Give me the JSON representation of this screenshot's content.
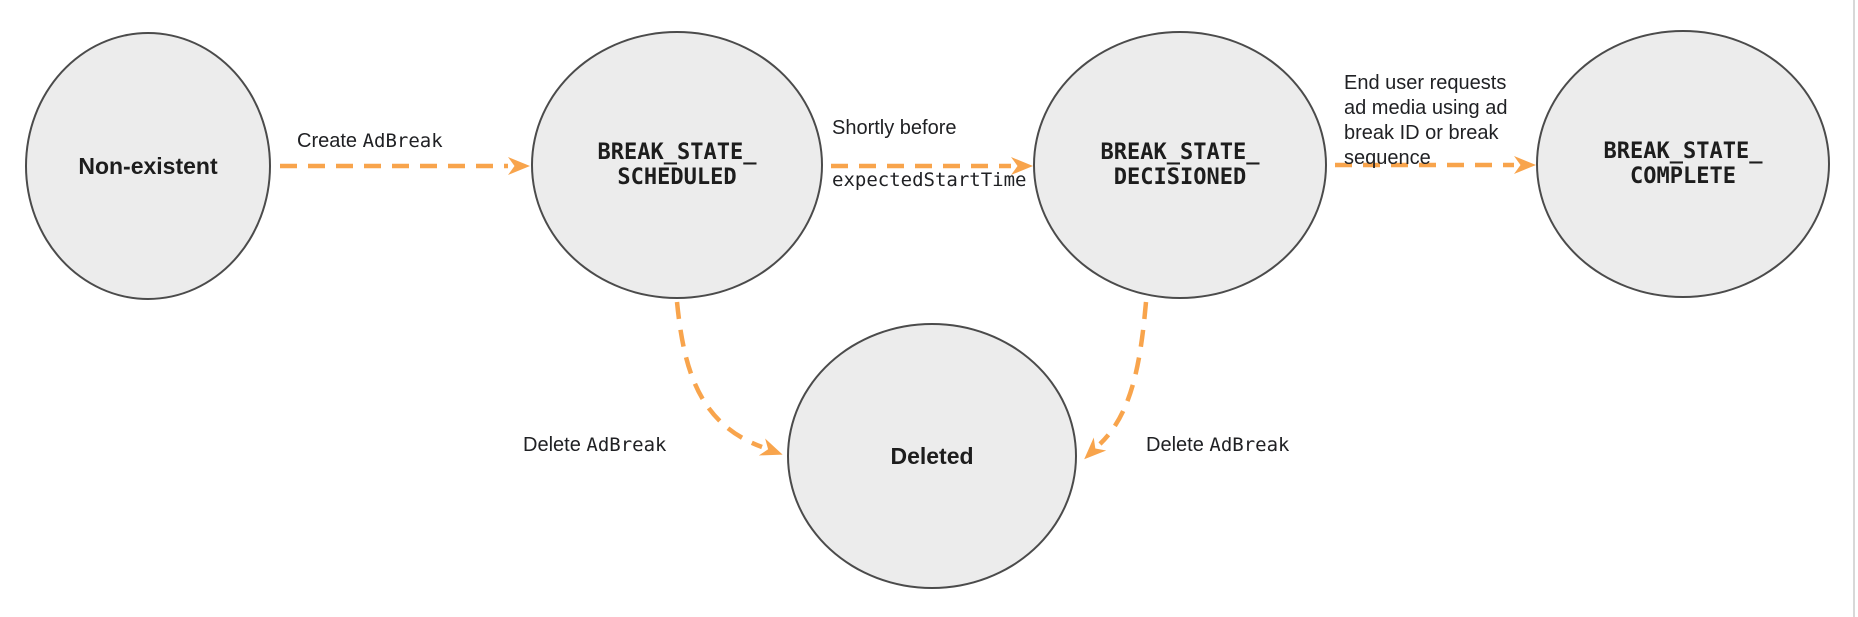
{
  "diagram": {
    "type": "state-transition-diagram",
    "colors": {
      "arrow_orange": "#F8A44C",
      "node_fill": "#ECECEC",
      "node_border": "#4B4B4B",
      "text": "#202124",
      "page_edge_line": "#D8D8D8"
    },
    "nodes": {
      "non_existent": {
        "label": "Non-existent"
      },
      "scheduled": {
        "label": "BREAK_STATE_\nSCHEDULED"
      },
      "decisioned": {
        "label": "BREAK_STATE_\nDECISIONED"
      },
      "complete": {
        "label": "BREAK_STATE_\nCOMPLETE"
      },
      "deleted": {
        "label": "Deleted"
      }
    },
    "edges": {
      "create": {
        "from": "non_existent",
        "to": "scheduled",
        "label_sans": "Create ",
        "label_mono": "AdBreak"
      },
      "decision": {
        "from": "scheduled",
        "to": "decisioned",
        "label_sans": "Shortly before",
        "label_mono": "expectedStartTime"
      },
      "serve": {
        "from": "decisioned",
        "to": "complete",
        "label_sans": "End user requests\nad media using ad\nbreak ID or break\nsequence"
      },
      "delete_from_scheduled": {
        "from": "scheduled",
        "to": "deleted",
        "label_sans": "Delete ",
        "label_mono": "AdBreak"
      },
      "delete_from_decisioned": {
        "from": "decisioned",
        "to": "deleted",
        "label_sans": "Delete ",
        "label_mono": "AdBreak"
      }
    }
  }
}
